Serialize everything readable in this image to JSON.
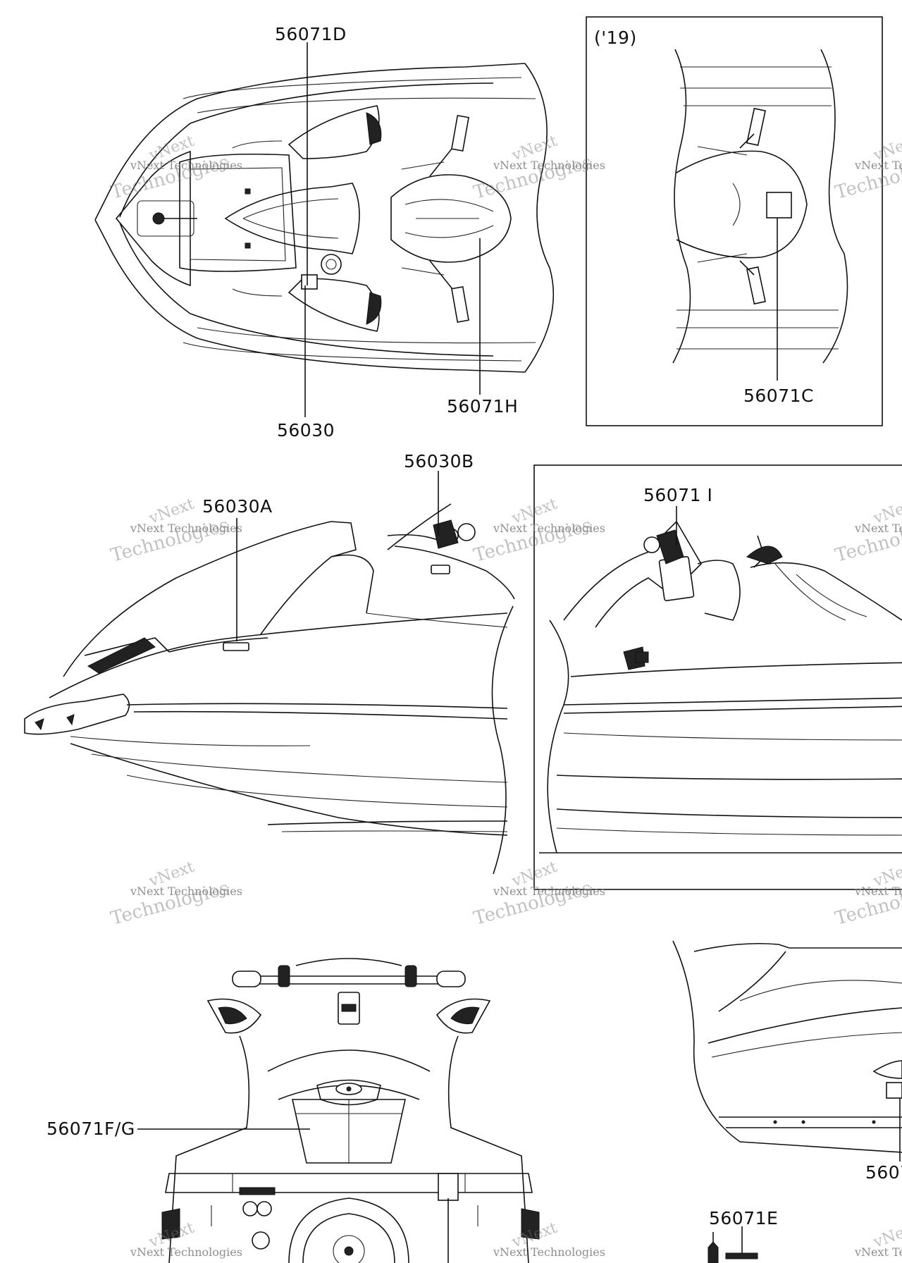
{
  "inset_title": "('19)",
  "callouts": {
    "c_56071D": "56071D",
    "c_56030": "56030",
    "c_56071H": "56071H",
    "c_56071C": "56071C",
    "c_56030B": "56030B",
    "c_56030A": "56030A",
    "c_56071I": "56071 I",
    "c_56071FG": "56071F/G",
    "c_56071E": "56071E",
    "c_5607x": "5607"
  },
  "watermark": {
    "line1": "vNext Technologies",
    "line2": "vNext",
    "line3": "Technologies"
  }
}
